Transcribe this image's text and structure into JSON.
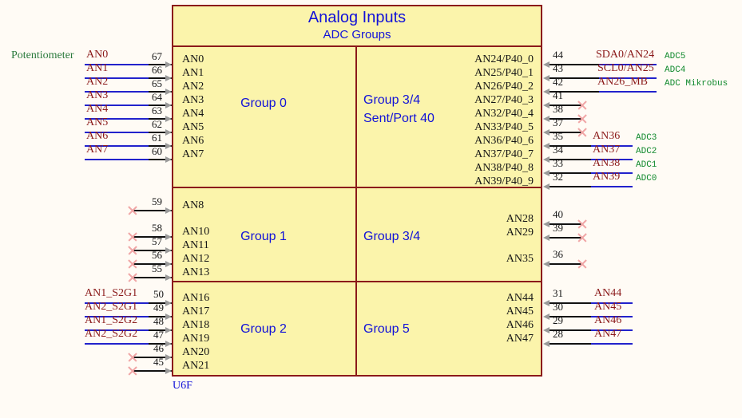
{
  "sheet": {
    "background": "#fffbf5",
    "body_fill": "#fbf4ab",
    "body_stroke": "#8b1a1a",
    "label_color": "#1212d8",
    "net_color": "#8b1a1a",
    "annot_color": "#128a2e"
  },
  "symbol": {
    "title": "Analog Inputs",
    "subtitle": "ADC Groups",
    "refdes": "U6F",
    "groups": [
      {
        "id": "group0",
        "label": "Group 0"
      },
      {
        "id": "group34a",
        "label": "Group 3/4",
        "label2": "Sent/Port 40"
      },
      {
        "id": "group1",
        "label": "Group 1"
      },
      {
        "id": "group34b",
        "label": "Group 3/4"
      },
      {
        "id": "group2",
        "label": "Group 2"
      },
      {
        "id": "group5",
        "label": "Group 5"
      }
    ]
  },
  "left_annotation": "Potentiometer",
  "left_pins": [
    {
      "pin": "AN0",
      "num": "67",
      "net": "AN0"
    },
    {
      "pin": "AN1",
      "num": "66",
      "net": "AN1"
    },
    {
      "pin": "AN2",
      "num": "65",
      "net": "AN2"
    },
    {
      "pin": "AN3",
      "num": "64",
      "net": "AN3"
    },
    {
      "pin": "AN4",
      "num": "63",
      "net": "AN4"
    },
    {
      "pin": "AN5",
      "num": "62",
      "net": "AN5"
    },
    {
      "pin": "AN6",
      "num": "61",
      "net": "AN6"
    },
    {
      "pin": "AN7",
      "num": "60",
      "net": "AN7"
    },
    {
      "pin": "AN8",
      "num": "59",
      "net": ""
    },
    {
      "pin": "AN10",
      "num": "58",
      "net": ""
    },
    {
      "pin": "AN11",
      "num": "57",
      "net": ""
    },
    {
      "pin": "AN12",
      "num": "56",
      "net": ""
    },
    {
      "pin": "AN13",
      "num": "55",
      "net": ""
    },
    {
      "pin": "AN16",
      "num": "50",
      "net": "AN1_S2G1"
    },
    {
      "pin": "AN17",
      "num": "49",
      "net": "AN2_S2G1"
    },
    {
      "pin": "AN18",
      "num": "48",
      "net": "AN1_S2G2"
    },
    {
      "pin": "AN19",
      "num": "47",
      "net": "AN2_S2G2"
    },
    {
      "pin": "AN20",
      "num": "46",
      "net": ""
    },
    {
      "pin": "AN21",
      "num": "45",
      "net": ""
    }
  ],
  "right_pins": [
    {
      "pin": "AN24/P40_0",
      "num": "44",
      "net": "SDA0/AN24",
      "annot": "ADC5"
    },
    {
      "pin": "AN25/P40_1",
      "num": "43",
      "net": "SCL0/AN25",
      "annot": "ADC4"
    },
    {
      "pin": "AN26/P40_2",
      "num": "42",
      "net": "AN26_MB",
      "annot": "ADC Mikrobus"
    },
    {
      "pin": "AN27/P40_3",
      "num": "41",
      "net": "",
      "annot": ""
    },
    {
      "pin": "AN32/P40_4",
      "num": "38",
      "net": "",
      "annot": ""
    },
    {
      "pin": "AN33/P40_5",
      "num": "37",
      "net": "",
      "annot": ""
    },
    {
      "pin": "AN36/P40_6",
      "num": "35",
      "net": "AN36",
      "annot": "ADC3"
    },
    {
      "pin": "AN37/P40_7",
      "num": "34",
      "net": "AN37",
      "annot": "ADC2"
    },
    {
      "pin": "AN38/P40_8",
      "num": "33",
      "net": "AN38",
      "annot": "ADC1"
    },
    {
      "pin": "AN39/P40_9",
      "num": "32",
      "net": "AN39",
      "annot": "ADC0"
    },
    {
      "pin": "AN28",
      "num": "40",
      "net": "",
      "annot": ""
    },
    {
      "pin": "AN29",
      "num": "39",
      "net": "",
      "annot": ""
    },
    {
      "pin": "AN35",
      "num": "36",
      "net": "",
      "annot": ""
    },
    {
      "pin": "AN44",
      "num": "31",
      "net": "AN44",
      "annot": ""
    },
    {
      "pin": "AN45",
      "num": "30",
      "net": "AN45",
      "annot": ""
    },
    {
      "pin": "AN46",
      "num": "29",
      "net": "AN46",
      "annot": ""
    },
    {
      "pin": "AN47",
      "num": "28",
      "net": "AN47",
      "annot": ""
    }
  ]
}
